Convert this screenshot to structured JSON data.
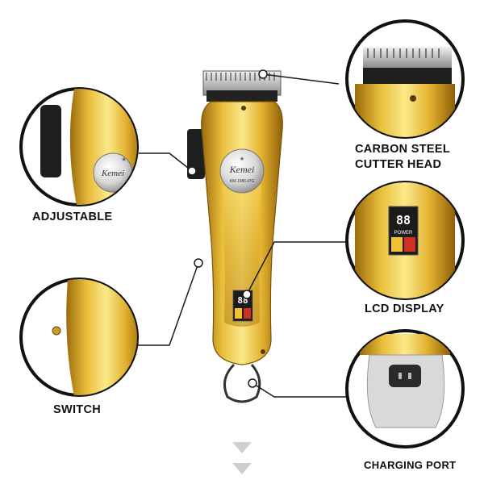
{
  "product": {
    "brand": "Kemei",
    "model": "KM-1986+PG",
    "lcd_digits": "88",
    "lcd_power_label": "POWER"
  },
  "callouts": {
    "carbon_line1": "CARBON STEEL",
    "carbon_line2": "CUTTER HEAD",
    "adjustable": "ADJUSTABLE",
    "lcd_display": "LCD DISPLAY",
    "switch": "SWITCH",
    "charging_port": "CHARGING PORT"
  },
  "colors": {
    "gold_light": "#f7e27a",
    "gold_mid": "#d9a826",
    "gold_dark": "#9a6b0c",
    "outline": "#1a1a1a",
    "scroll_arrow": "#cfcfcf"
  }
}
